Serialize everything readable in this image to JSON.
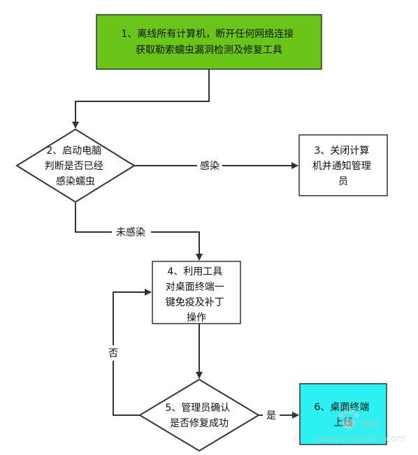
{
  "nodes": {
    "step1": {
      "lines": [
        "1、离线所有计算机，断开任何网络连接",
        "获取勒索蠕虫漏洞检测及修复工具"
      ],
      "color": "#6BC41A"
    },
    "step2": {
      "lines": [
        "2、启动电脑",
        "判断是否已经",
        "感染蠕虫"
      ]
    },
    "step3": {
      "lines": [
        "3、关闭计算",
        "机并通知管理",
        "员"
      ]
    },
    "step4": {
      "lines": [
        "4、利用工具",
        "对桌面终端一",
        "键免疫及补丁",
        "操作"
      ]
    },
    "step5": {
      "lines": [
        "5、管理员确认",
        "是否修复成功"
      ]
    },
    "step6": {
      "lines": [
        "6、桌面终端",
        "上线"
      ],
      "color": "#2EF0F0"
    }
  },
  "edges": {
    "infected": "感染",
    "not_infected": "未感染",
    "no": "否",
    "yes": "是"
  },
  "watermark": {
    "brand": "经验",
    "url": "jingyan.baidu.com"
  }
}
